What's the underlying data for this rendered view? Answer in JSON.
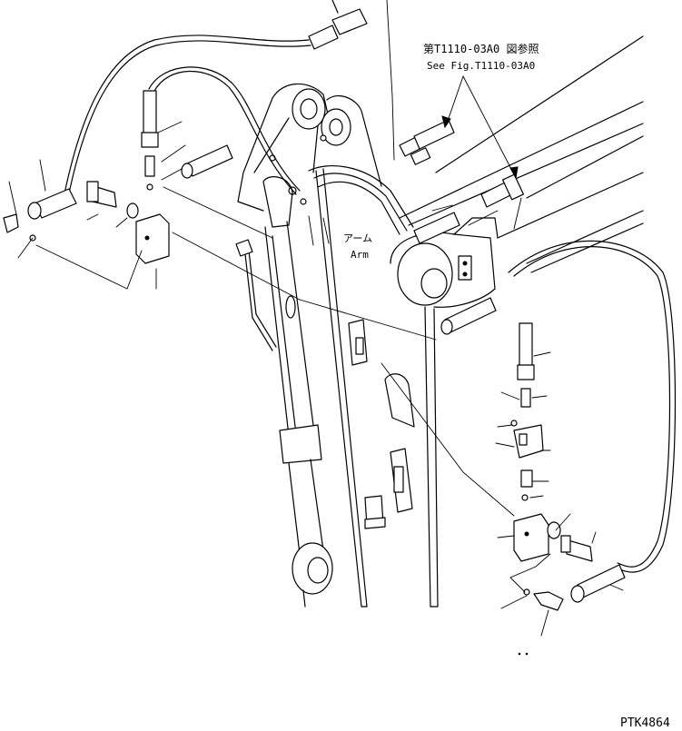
{
  "reference": {
    "line1": "第T1110-03A0 図参照",
    "line2": "See Fig.T1110-03A0"
  },
  "arm_label": {
    "japanese": "アーム",
    "english": "Arm"
  },
  "drawing_code": "PTK4864",
  "colors": {
    "ink": "#000000",
    "paper": "#ffffff"
  }
}
